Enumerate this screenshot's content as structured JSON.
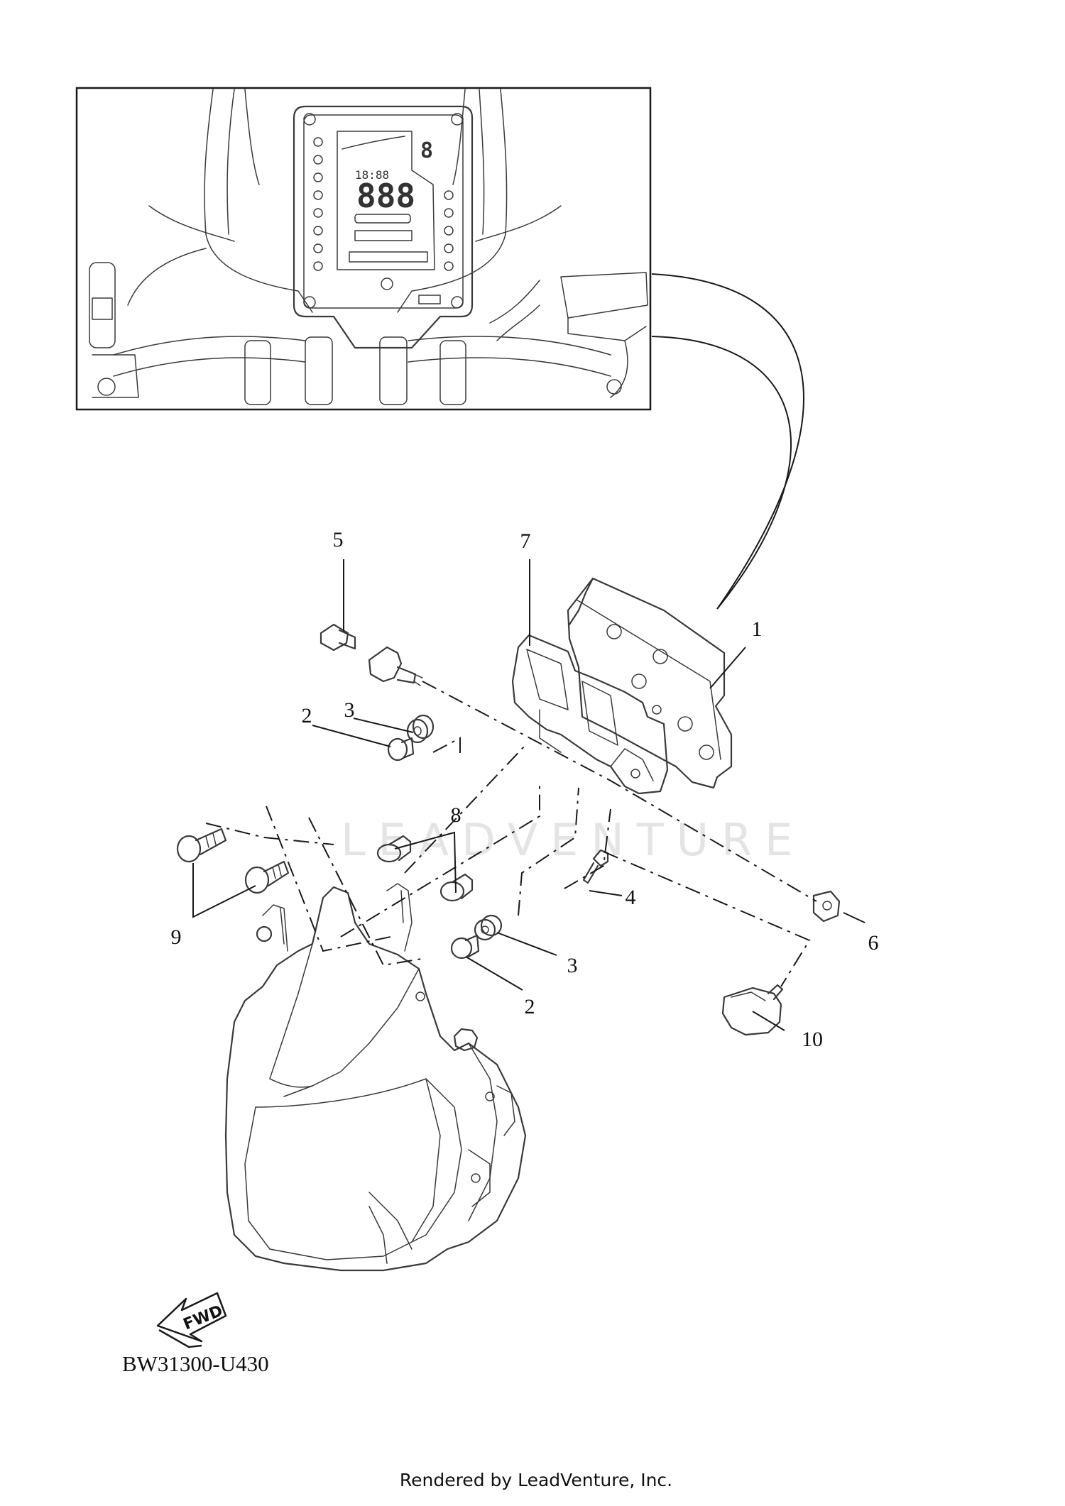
{
  "diagram_code": "BW31300-U430",
  "footer": "Rendered by LeadVenture, Inc.",
  "watermark": "LEADVENTURE",
  "fwd_label": "FWD",
  "meter_display": {
    "clock": "18:88",
    "main_digits": "888",
    "gear": "8"
  },
  "callouts": {
    "c1": "1",
    "c2a": "2",
    "c2b": "2",
    "c3a": "3",
    "c3b": "3",
    "c4": "4",
    "c5": "5",
    "c6": "6",
    "c7": "7",
    "c8": "8",
    "c9": "9",
    "c10": "10"
  }
}
